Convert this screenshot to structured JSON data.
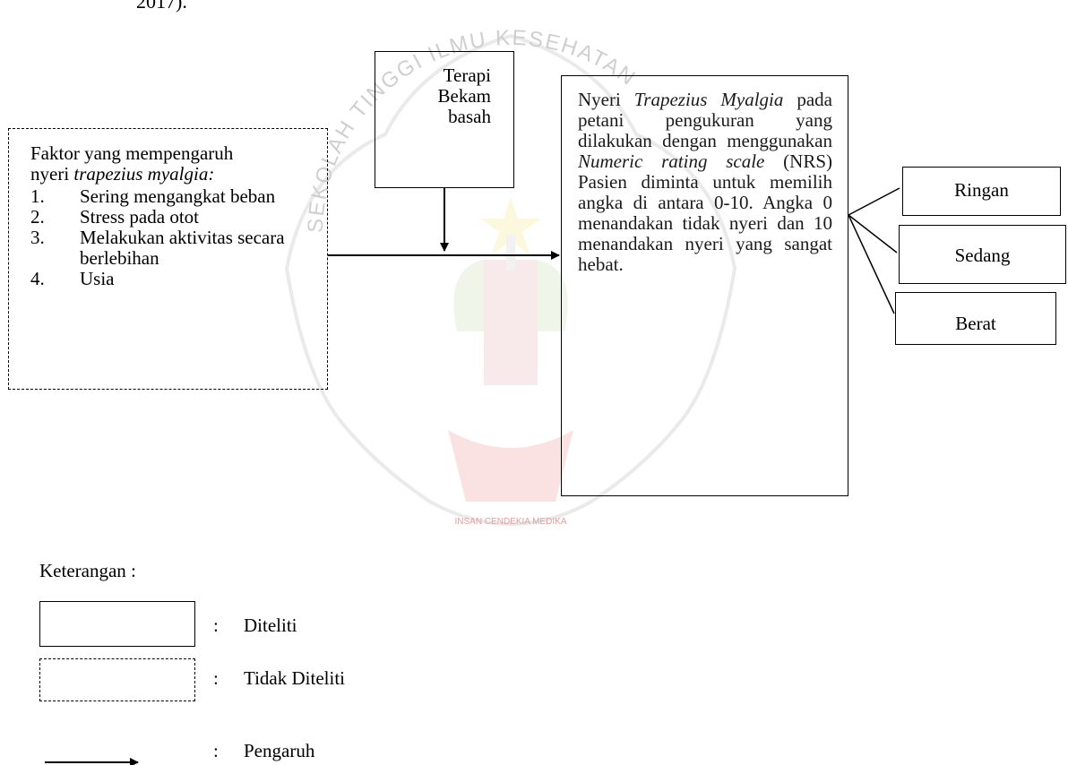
{
  "page_title": "2017).",
  "watermark": {
    "arc_text": "SEKOLAH TINGGI ILMU KESEHATAN",
    "motto": "INSAN CENDEKIA MEDIKA"
  },
  "factor_box": {
    "heading_prefix": "Faktor yang mempengaruh",
    "heading_line2_prefix": "nyeri ",
    "heading_italic": "trapezius myalgia:",
    "items": [
      {
        "num": "1.",
        "text": "Sering mengangkat beban"
      },
      {
        "num": "2.",
        "text": "Stress pada otot"
      },
      {
        "num": "3.",
        "text": "Melakukan aktivitas secara berlebihan"
      },
      {
        "num": "4.",
        "text": "Usia"
      }
    ]
  },
  "therapy_box": {
    "line1": "Terapi",
    "line2": "Bekam",
    "line3": "basah"
  },
  "nrs_box": {
    "t1": "Nyeri ",
    "t2_italic": "Trapezius Myalgia",
    "t3": " pada petani pengukuran yang dilakukan dengan menggunakan ",
    "t4_italic": "Numeric rating scale",
    "t5": " (NRS) Pasien diminta untuk memilih angka di antara 0-10. Angka 0 menandakan tidak nyeri dan 10 menandakan nyeri yang sangat hebat."
  },
  "categories": [
    "Ringan",
    "Sedang",
    "Berat"
  ],
  "legend": {
    "title": "Keterangan :",
    "separator": ":",
    "researched_label": "Diteliti",
    "not_researched_label": "Tidak Diteliti",
    "influence_label": "Pengaruh"
  }
}
